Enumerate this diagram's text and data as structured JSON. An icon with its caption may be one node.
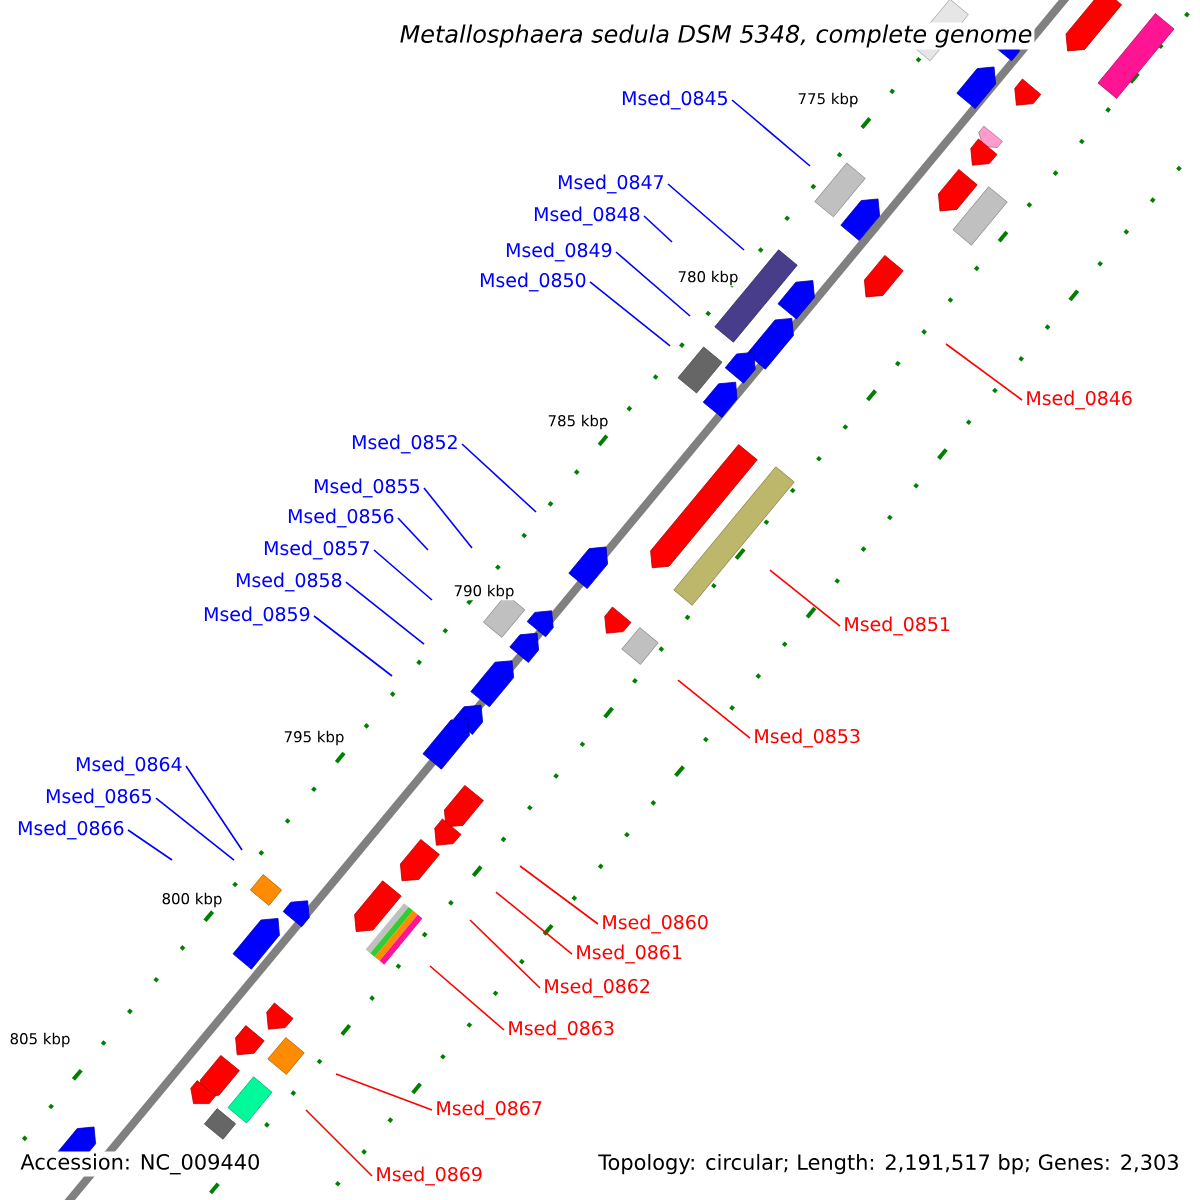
{
  "diagram": {
    "title": "Metallosphaera sedula DSM 5348, complete genome",
    "nodes": [
      {
        "text": [
          "Msed_0845"
        ]
      },
      {
        "text": [
          "Msed_0847"
        ]
      },
      {
        "text": [
          "Msed_0848"
        ]
      },
      {
        "text": [
          "Msed_0849"
        ]
      },
      {
        "text": [
          "Msed_0850"
        ]
      },
      {
        "text": [
          "Msed_0846"
        ]
      },
      {
        "text": [
          "Msed_0852"
        ]
      },
      {
        "text": [
          "Msed_0855"
        ]
      },
      {
        "text": [
          "Msed_0856"
        ]
      },
      {
        "text": [
          "Msed_0857"
        ]
      },
      {
        "text": [
          "Msed_0858"
        ]
      },
      {
        "text": [
          "Msed_0859"
        ]
      },
      {
        "text": [
          "Msed_0851"
        ]
      },
      {
        "text": [
          "Msed_0853"
        ]
      },
      {
        "text": [
          "Msed_0864"
        ]
      },
      {
        "text": [
          "Msed_0865"
        ]
      },
      {
        "text": [
          "Msed_0866"
        ]
      },
      {
        "text": [
          "Msed_0860"
        ]
      },
      {
        "text": [
          "Msed_0861"
        ]
      },
      {
        "text": [
          "Msed_0862"
        ]
      },
      {
        "text": [
          "Msed_0863"
        ]
      },
      {
        "text": [
          "Msed_0867"
        ]
      },
      {
        "text": [
          "Msed_0869"
        ]
      }
    ],
    "edges": [
      {
        "from": 0,
        "to": null,
        "arrow": "none"
      },
      {
        "from": 1,
        "to": null,
        "arrow": "none"
      },
      {
        "from": 2,
        "to": null,
        "arrow": "none"
      },
      {
        "from": 3,
        "to": null,
        "arrow": "none"
      },
      {
        "from": 4,
        "to": null,
        "arrow": "none"
      },
      {
        "from": 5,
        "to": null,
        "arrow": "none",
        "color": "#ff0000"
      },
      {
        "from": 6,
        "to": null,
        "arrow": "none"
      },
      {
        "from": 7,
        "to": null,
        "arrow": "none"
      },
      {
        "from": 8,
        "to": null,
        "arrow": "none"
      },
      {
        "from": 9,
        "to": null,
        "arrow": "none"
      },
      {
        "from": 10,
        "to": null,
        "arrow": "none"
      },
      {
        "from": 11,
        "to": null,
        "arrow": "none"
      },
      {
        "from": 12,
        "to": null,
        "arrow": "none",
        "color": "#ff0000"
      },
      {
        "from": 13,
        "to": null,
        "arrow": "none",
        "color": "#ff0000"
      },
      {
        "from": 14,
        "to": null,
        "arrow": "none"
      },
      {
        "from": 15,
        "to": null,
        "arrow": "none"
      },
      {
        "from": 16,
        "to": null,
        "arrow": "none"
      },
      {
        "from": 17,
        "to": null,
        "arrow": "none",
        "color": "#ff0000"
      },
      {
        "from": 18,
        "to": null,
        "arrow": "none",
        "color": "#ff0000"
      },
      {
        "from": 19,
        "to": null,
        "arrow": "none",
        "color": "#ff0000"
      },
      {
        "from": 20,
        "to": null,
        "arrow": "none",
        "color": "#ff0000"
      },
      {
        "from": 21,
        "to": null,
        "arrow": "none",
        "color": "#ff0000"
      },
      {
        "from": 22,
        "to": null,
        "arrow": "none",
        "color": "#ff0000"
      }
    ],
    "labels": [
      "775 kbp",
      "780 kbp",
      "785 kbp",
      "790 kbp",
      "795 kbp",
      "800 kbp",
      "805 kbp",
      "Accession: NC_009440",
      "Topology: circular; Length: 2,191,517 bp; Genes: 2,303"
    ]
  }
}
